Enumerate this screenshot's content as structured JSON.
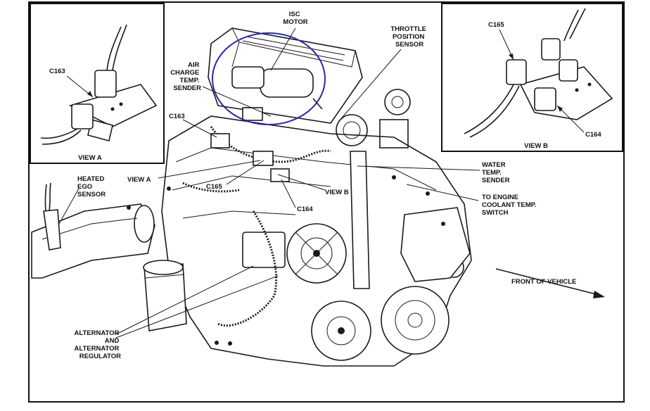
{
  "labels": {
    "isc_motor": [
      "ISC",
      "MOTOR"
    ],
    "throttle_position_sensor": [
      "THROTTLE",
      "POSITION",
      "SENSOR"
    ],
    "air_charge_temp_sender": [
      "AIR",
      "CHARGE",
      "TEMP.",
      "SENDER"
    ],
    "c163_main": "C163",
    "view_a_pointer": "VIEW A",
    "c165_main": "C165",
    "view_b_pointer": "VIEW B",
    "c164_main": "C164",
    "heated_ego_sensor": [
      "HEATED",
      "EGO",
      "SENSOR"
    ],
    "water_temp_sender": [
      "WATER",
      "TEMP.",
      "SENDER"
    ],
    "engine_coolant_temp_switch": [
      "TO ENGINE",
      "COOLANT TEMP.",
      "SWITCH"
    ],
    "front_of_vehicle": "FRONT OF VEHICLE",
    "alternator_regulator": [
      "ALTERNATOR",
      "AND",
      "ALTERNATOR",
      "REGULATOR"
    ]
  },
  "inset_a": {
    "connector": "C163",
    "title": "VIEW A"
  },
  "inset_b": {
    "connector_top": "C165",
    "connector_bottom": "C164",
    "title": "VIEW B"
  },
  "colors": {
    "ink": "#1a1a1a",
    "highlight_circle": "#2a2aa8",
    "background": "#ffffff"
  }
}
